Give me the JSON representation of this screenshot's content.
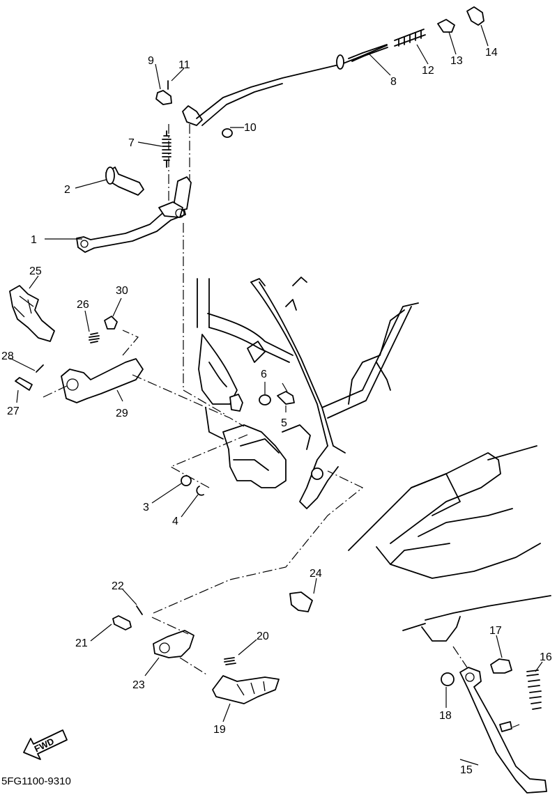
{
  "diagram": {
    "catalog_code": "5FG1100-9310",
    "direction_label": "FWD",
    "callouts": [
      {
        "part": "rear-brake-pedal",
        "label": "1"
      },
      {
        "part": "pedal-pivot-shaft",
        "label": "2"
      },
      {
        "part": "plain-washer",
        "label": "3"
      },
      {
        "part": "circlip",
        "label": "4"
      },
      {
        "part": "footrest-bolt",
        "label": "5"
      },
      {
        "part": "nut",
        "label": "6"
      },
      {
        "part": "return-spring",
        "label": "7"
      },
      {
        "part": "brake-rod-cable",
        "label": "8"
      },
      {
        "part": "joint-pin",
        "label": "9"
      },
      {
        "part": "washer",
        "label": "10"
      },
      {
        "part": "cotter-pin",
        "label": "11"
      },
      {
        "part": "adjusting-spring",
        "label": "12"
      },
      {
        "part": "adjuster-collar",
        "label": "13"
      },
      {
        "part": "adjusting-nut",
        "label": "14"
      },
      {
        "part": "sidestand",
        "label": "15"
      },
      {
        "part": "sidestand-spring",
        "label": "16"
      },
      {
        "part": "sidestand-bolt",
        "label": "17"
      },
      {
        "part": "sidestand-nut",
        "label": "18"
      },
      {
        "part": "footrest-left",
        "label": "19"
      },
      {
        "part": "footrest-spring-left",
        "label": "20"
      },
      {
        "part": "footrest-pin-left",
        "label": "21"
      },
      {
        "part": "cotter-pin-left",
        "label": "22"
      },
      {
        "part": "footrest-bracket-left",
        "label": "23"
      },
      {
        "part": "bracket-bolt",
        "label": "24"
      },
      {
        "part": "footrest-right",
        "label": "25"
      },
      {
        "part": "footrest-spring-right",
        "label": "26"
      },
      {
        "part": "footrest-pin-right",
        "label": "27"
      },
      {
        "part": "cotter-pin-right",
        "label": "28"
      },
      {
        "part": "footrest-bracket-right",
        "label": "29"
      },
      {
        "part": "bracket-bolt-right",
        "label": "30"
      }
    ]
  }
}
